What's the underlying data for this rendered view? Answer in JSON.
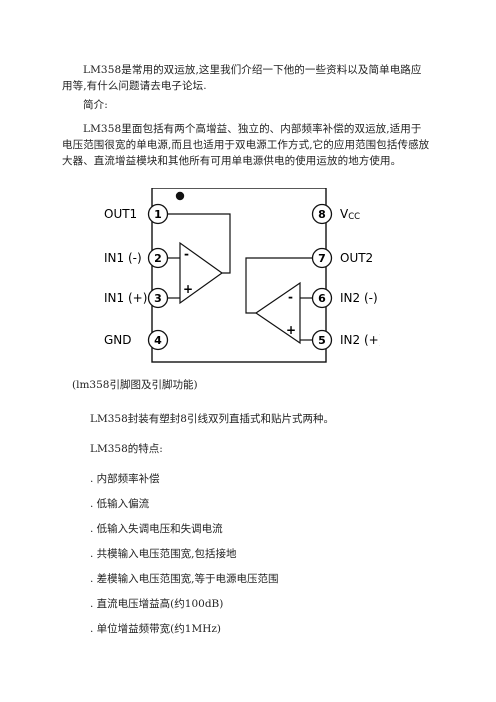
{
  "intro": "LM358是常用的双运放,这里我们介绍一下他的一些资料以及简单电路应用等,有什么问题请去电子论坛.",
  "section_title": "简介:",
  "description": "LM358里面包括有两个高增益、独立的、内部频率补偿的双运放,适用于电压范围很宽的单电源,而且也适用于双电源工作方式,它的应用范围包括传感放大器、直流增益模块和其他所有可用单电源供电的使用运放的地方使用。",
  "diagram": {
    "left_pins": [
      {
        "label": "OUT1",
        "num": "1"
      },
      {
        "label": "IN1 (-)",
        "num": "2"
      },
      {
        "label": "IN1 (+)",
        "num": "3"
      },
      {
        "label": "GND",
        "num": "4"
      }
    ],
    "right_pins": [
      {
        "label": "VCC",
        "num": "8"
      },
      {
        "label": "OUT2",
        "num": "7"
      },
      {
        "label": "IN2 (-)",
        "num": "6"
      },
      {
        "label": "IN2 (+)",
        "num": "5"
      }
    ],
    "vcc_main": "V",
    "vcc_sub": "CC",
    "minus_sign": "-",
    "plus_sign": "+"
  },
  "caption": "(lm358引脚图及引脚功能)",
  "package": "LM358封装有塑封8引线双列直插式和贴片式两种。",
  "features_title": "LM358的特点:",
  "features": [
    ". 内部频率补偿",
    ". 低输入偏流",
    ". 低输入失调电压和失调电流",
    ". 共模输入电压范围宽,包括接地",
    ". 差模输入电压范围宽,等于电源电压范围",
    ". 直流电压增益高(约100dB)",
    ". 单位增益频带宽(约1MHz)"
  ]
}
